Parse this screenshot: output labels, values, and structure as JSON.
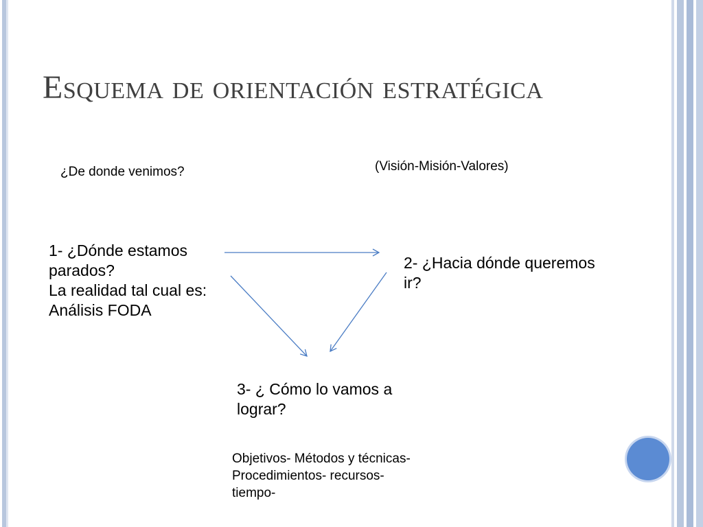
{
  "slide": {
    "title": "Esquema de orientación estratégica",
    "origin_question": "¿De  donde venimos?",
    "vision_note": "(Visión-Misión-Valores)",
    "step1": {
      "lines": [
        "1-  ¿Dónde estamos",
        "parados?",
        "La realidad tal cual es:",
        "Análisis FODA"
      ]
    },
    "step2": {
      "lines": [
        "2-  ¿Hacia dónde queremos",
        "ir?"
      ]
    },
    "step3": {
      "lines": [
        "3-  ¿ Cómo lo vamos  a",
        "lograr?"
      ]
    },
    "tools": {
      "lines": [
        "Objetivos- Métodos y técnicas-",
        "Procedimientos- recursos-",
        "tiempo-"
      ]
    }
  },
  "colors": {
    "arrow": "#4a7cc4",
    "title": "#404040",
    "circle": "#5b8bd3",
    "border": "#b8c7de"
  },
  "icons": [
    "arrow-right-icon",
    "arrow-down-right-icon",
    "arrow-down-left-icon",
    "decorative-circle-icon"
  ]
}
